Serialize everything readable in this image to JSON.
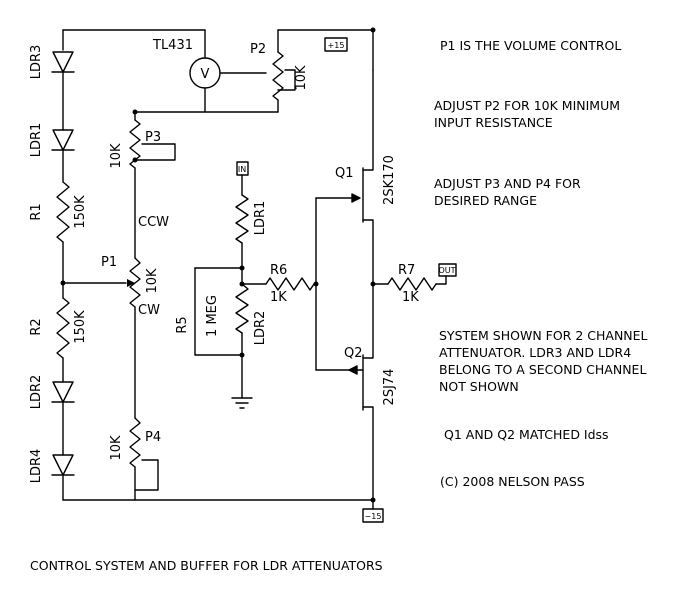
{
  "labels": {
    "ldr3": "LDR3",
    "ldr1_left": "LDR1",
    "r1": "R1",
    "r1_value": "150K",
    "r2": "R2",
    "r2_value": "150K",
    "ldr2_left": "LDR2",
    "ldr4": "LDR4",
    "tl431": "TL431",
    "meter": "V",
    "p2": "P2",
    "p2_value": "10K",
    "p3": "P3",
    "p3_value": "10K",
    "ccw": "CCW",
    "p1": "P1",
    "p1_value": "10K",
    "cw": "CW",
    "p4": "P4",
    "p4_value": "10K",
    "plus15": "+15",
    "minus15": "−15",
    "in": "IN",
    "ldr1_mid": "LDR1",
    "r5": "R5",
    "r5_value": "1 MEG",
    "ldr2_mid": "LDR2",
    "r6": "R6",
    "r6_value": "1K",
    "q1": "Q1",
    "q1_part": "2SK170",
    "r7": "R7",
    "r7_value": "1K",
    "out": "OUT",
    "q2": "Q2",
    "q2_part": "2SJ74"
  },
  "notes": {
    "p1": "P1 IS THE VOLUME CONTROL",
    "p2": [
      "ADJUST P2 FOR 10K MINIMUM",
      "INPUT RESISTANCE"
    ],
    "p3p4": [
      "ADJUST P3 AND P4 FOR",
      "DESIRED RANGE"
    ],
    "system": [
      "SYSTEM SHOWN FOR 2 CHANNEL",
      "ATTENUATOR.  LDR3 AND LDR4",
      "BELONG TO A SECOND CHANNEL",
      "NOT SHOWN"
    ],
    "matched": "Q1 AND Q2 MATCHED Idss",
    "copyright": "(C) 2008 NELSON PASS"
  },
  "caption": "CONTROL SYSTEM AND BUFFER FOR LDR ATTENUATORS"
}
